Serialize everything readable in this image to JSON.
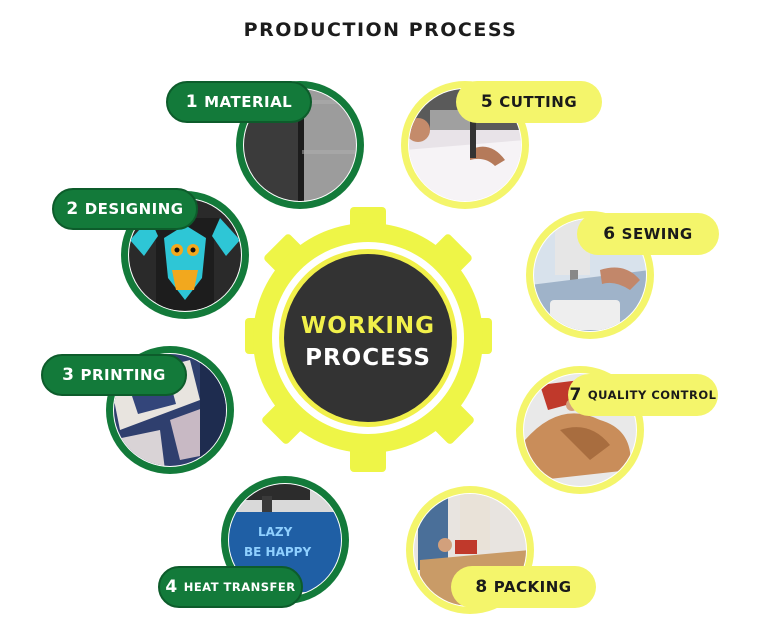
{
  "title": "PRODUCTION PROCESS",
  "center": {
    "line1": "WORKING",
    "line2": "PROCESS"
  },
  "colors": {
    "green": "#137a3a",
    "yellow": "#f4f56b",
    "dark": "#333333",
    "gear": "#eef547",
    "center_accent": "#f1f04a"
  },
  "steps": [
    {
      "num": "1",
      "label": "MATERIAL",
      "icon": "fabric-photo"
    },
    {
      "num": "2",
      "label": "DESIGNING",
      "icon": "owl-tshirt-photo"
    },
    {
      "num": "3",
      "label": "PRINTING",
      "icon": "printed-fabric-photo"
    },
    {
      "num": "4",
      "label": "HEAT TRANSFER",
      "icon": "heat-press-photo"
    },
    {
      "num": "5",
      "label": "CUTTING",
      "icon": "cutting-table-photo"
    },
    {
      "num": "6",
      "label": "SEWING",
      "icon": "sewing-machine-photo"
    },
    {
      "num": "7",
      "label": "QUALITY CONTROL",
      "icon": "inspection-photo"
    },
    {
      "num": "8",
      "label": "PACKING",
      "icon": "packing-box-photo"
    }
  ]
}
